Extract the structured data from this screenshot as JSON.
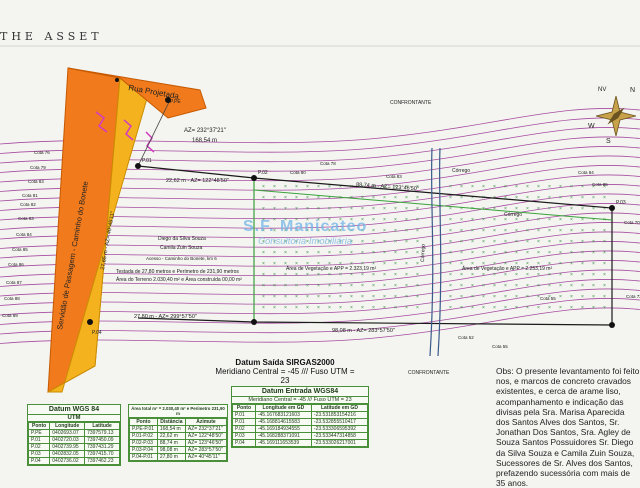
{
  "header": {
    "text": "THE ASSET"
  },
  "labels": {
    "road": "Rua Projetada",
    "easement": "Servidão de Passagem - Caminho do Bonete",
    "confrontante_a": "CONFRONTANTE",
    "confrontante_b": "CONFRONTANTE",
    "az_top": "AZ= 232°37'21\"",
    "dist_top": "168,54 m",
    "seg_p01_p02": "22,62 m - AZ= 122°48'50\"",
    "seg_p02_right": "88,74 m - AZ= 123°46'50\"",
    "seg_bottom_left": "27,80 m - AZ= 299°57'50\"",
    "seg_bottom_right": "98,08 m - AZ= 283°57'50\"",
    "vertical_dist": "27,65 m - AZ= 40°45'11\"",
    "app_left": "Área de Vegetação e APP = 2.323,19 m²",
    "app_right": "Área de Vegetação e APP = 2.253,19 m²",
    "area_test": "Testada de 27,80 metros e Perímetro de 231,90 metros",
    "area_total": "Área do Terreno 2.030,40 m² e Área construída 00,00 m²",
    "owner1": "Diego da Silva Souza",
    "owner2": "Camila Zuin Souza",
    "access": "Acesso - Caminho do Bonete, km 6",
    "stream_a": "Córrego",
    "stream_b": "Córrego",
    "compass_nv": "NV",
    "compass_n": "N",
    "compass_w": "W",
    "compass_s": "S",
    "points": [
      "P.PE",
      "P.01",
      "P.02",
      "P.03",
      "P.04"
    ],
    "cotas": [
      "Cota 76",
      "Cota 79",
      "Cota 83",
      "Cota 81",
      "Cota 82",
      "Cota 83",
      "Cota 84",
      "Cota 85",
      "Cota 86",
      "Cota 87",
      "Cota 88",
      "Cota 89",
      "Cota 78",
      "Cota 80",
      "Cota 83",
      "Cota 84",
      "Cota 85",
      "Cota 70",
      "Cota 72",
      "Cota 55",
      "Cota 52",
      "Cota 55"
    ]
  },
  "watermark": {
    "line1": "S.F. Manicateo",
    "line2": "Consultoria Imobiliária"
  },
  "datum_saida": {
    "title": "Datum Saída SIRGAS2000",
    "line": "Meridiano Central = -45 /// Fuso UTM = 23"
  },
  "utm_table": {
    "title": "Datum WGS 84",
    "subtitle": "UTM",
    "headers": [
      "Ponto",
      "Longitude",
      "Latitude"
    ],
    "rows": [
      [
        "P.PE",
        "0402693.07",
        "7397579.13"
      ],
      [
        "P.01",
        "0402720.03",
        "7397450.09"
      ],
      [
        "P.02",
        "0402739.95",
        "7397431.29"
      ],
      [
        "P.03",
        "0402832.05",
        "7397415.70"
      ],
      [
        "P.04",
        "0402736.02",
        "7397462.23"
      ]
    ]
  },
  "mid_table": {
    "title": "Área total m² = 2.030,40 m² e Perímetro 231,90 m",
    "headers": [
      "Ponto",
      "Distância",
      "Azimute"
    ],
    "rows": [
      [
        "P.PE-P.01",
        "168,54 m",
        "AZ= 232°37'21\""
      ],
      [
        "P.01-P.02",
        "22,62 m",
        "AZ= 122°48'50\""
      ],
      [
        "P.02-P.03",
        "88,74 m",
        "AZ= 123°46'50\""
      ],
      [
        "P.03-P.04",
        "98,08 m",
        "AZ= 283°57'50\""
      ],
      [
        "P.04-P.01",
        "27,80 m",
        "AZ= 40°45'11\""
      ]
    ]
  },
  "geo_table": {
    "title": "Datum Entrada WGS84",
    "subtitle": "Meridiano Central = -45 /// Fuso UTM = 23",
    "headers": [
      "Ponto",
      "Longitude em GD",
      "Latitude em GD"
    ],
    "rows": [
      [
        "P.01",
        "-45.167683121603",
        "-23.531853154216"
      ],
      [
        "P.01",
        "-45.168814615583",
        "-23.532855510417"
      ],
      [
        "P.02",
        "-45.169184934555",
        "-23.533306595392"
      ],
      [
        "P.03",
        "-45.168288371091",
        "-23.533447314858"
      ],
      [
        "P.04",
        "-45.169111653539",
        "-23.533026217001"
      ]
    ]
  },
  "obs": {
    "text": "Obs: O presente levantamento foi feito nos, e marcos de concreto cravados existentes, e cerca de arame liso, acompanhamento e indicação das divisas pela Sra. Marisa Aparecida dos Santos Alves dos Santos, Sr. Jonathan Dos Santos, Sra. Agley de Souza Santos Possuidores Sr. Diego da Silva Souza e Camila Zuin Souza, Sucessores de Sr. Alves dos Santos, prefazendo sucessória com mais de 35 anos."
  }
}
